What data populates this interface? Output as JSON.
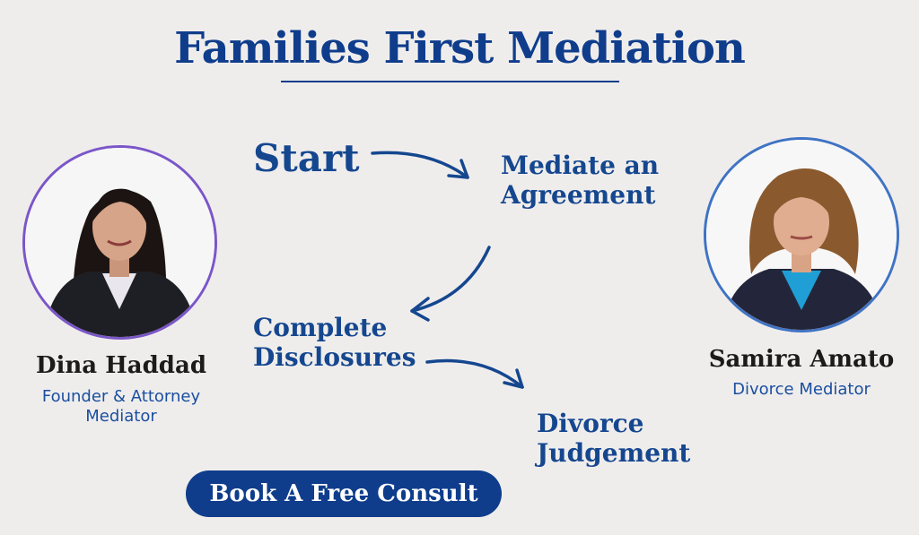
{
  "header": {
    "title": "Families First Mediation"
  },
  "flow": {
    "start": "Start",
    "mediate": [
      "Mediate an",
      "Agreement"
    ],
    "disclosures": [
      "Complete",
      "Disclosures"
    ],
    "judgement": [
      "Divorce",
      "Judgement"
    ]
  },
  "people": {
    "left": {
      "name": "Dina Haddad",
      "role_lines": [
        "Founder & Attorney",
        "Mediator"
      ]
    },
    "right": {
      "name": "Samira Amato",
      "role_lines": [
        "Divorce Mediator"
      ]
    }
  },
  "cta": {
    "label": "Book A Free Consult"
  },
  "colors": {
    "brand": "#0f3d8c",
    "text_blue": "#15478f",
    "background": "#efedec"
  }
}
